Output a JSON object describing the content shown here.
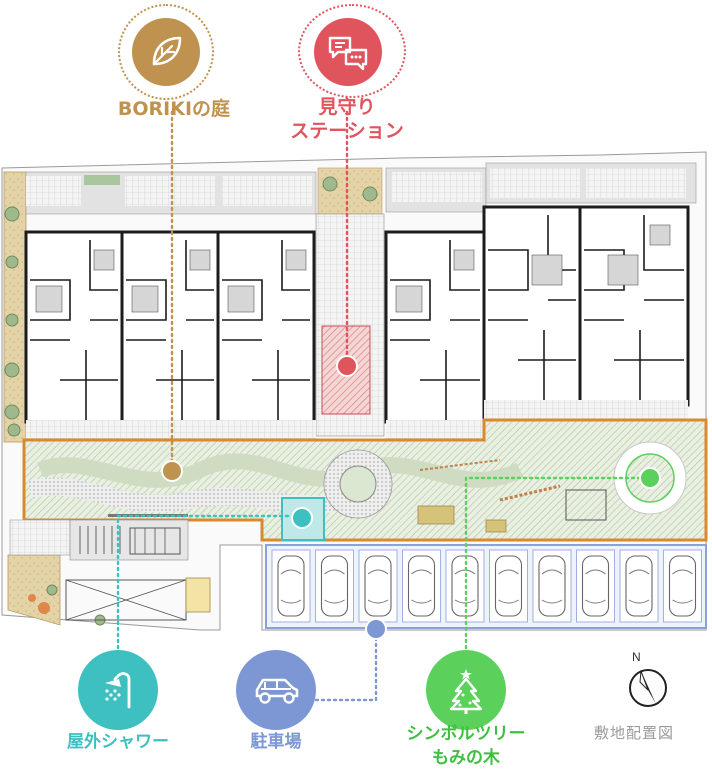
{
  "title": "敷地配置図",
  "compass_label": "N",
  "colors": {
    "garden": "#c0924f",
    "station": "#e0545e",
    "shower": "#3fc0c0",
    "parking": "#7d97d4",
    "tree": "#5bd05b",
    "orange_border": "#d9892e",
    "wall": "#1c1c1c"
  },
  "callouts": {
    "garden": {
      "label": "BORIKIの庭",
      "icon": "leaf-icon"
    },
    "station": {
      "label_line1": "見守り",
      "label_line2": "ステーション",
      "icon": "chat-bubble-icon"
    },
    "shower": {
      "label": "屋外シャワー",
      "icon": "shower-icon"
    },
    "parking": {
      "label": "駐車場",
      "icon": "car-icon"
    },
    "tree": {
      "label_line1": "シンボルツリー",
      "label_line2": "もみの木",
      "icon": "christmas-tree-icon"
    }
  },
  "parking_spaces": 10
}
